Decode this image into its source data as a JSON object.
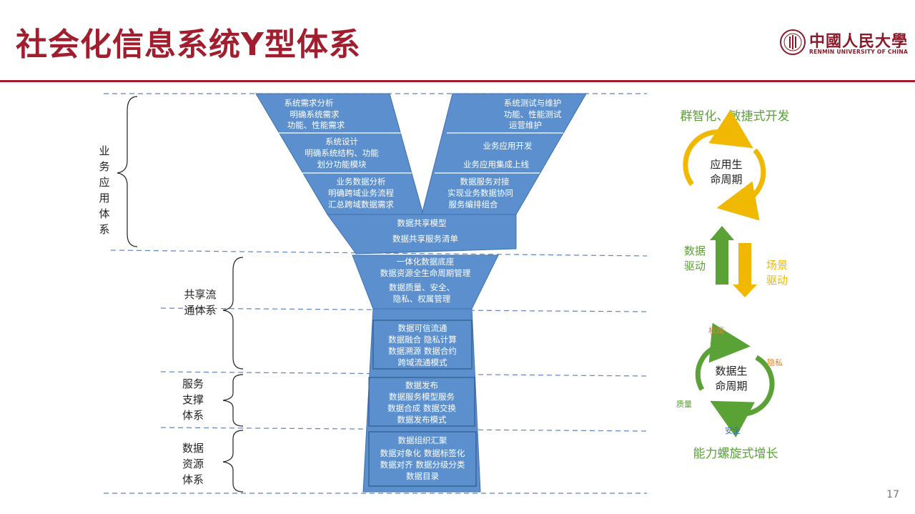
{
  "slide": {
    "title": "社会化信息系统Y型体系",
    "page_number": "17",
    "logo": {
      "name_cn": "中國人民大學",
      "name_en": "RENMIN UNIVERSITY OF CHINA"
    }
  },
  "tiers": [
    {
      "id": "app",
      "label": "业务应用体系"
    },
    {
      "id": "share",
      "label": "共享流通体系"
    },
    {
      "id": "service",
      "label": "服务支撑体系"
    },
    {
      "id": "resource",
      "label": "数据资源体系"
    }
  ],
  "left_arm": [
    {
      "lines": [
        "系统需求分析",
        "明确系统需求",
        "功能、性能需求"
      ]
    },
    {
      "lines": [
        "系统设计",
        "明确系统结构、功能",
        "划分功能模块"
      ]
    },
    {
      "lines": [
        "业务数据分析",
        "明确跨域业务流程",
        "汇总跨域数据需求"
      ]
    }
  ],
  "right_arm": [
    {
      "lines": [
        "系统测试与维护",
        "功能、性能测试",
        "运营维护"
      ]
    },
    {
      "lines": [
        "业务应用开发",
        "",
        "业务应用集成上线"
      ]
    },
    {
      "lines": [
        "数据服务对接",
        "实现业务数据协同",
        "服务编排组合"
      ]
    }
  ],
  "junction": {
    "lines": [
      "数据共享模型",
      "数据共享服务清单"
    ]
  },
  "funnel": {
    "lines": [
      "一体化数据底座",
      "数据资源全生命周期管理",
      "数据质量、安全、",
      "隐私、权属管理"
    ]
  },
  "stem_boxes": [
    {
      "lines": [
        "数据可信流通",
        "数据融合  隐私计算",
        "数据溯源  数据合约",
        "跨域流通模式"
      ]
    },
    {
      "lines": [
        "数据发布",
        "数据服务模型服务",
        "数据合成 数据交换",
        "数据发布模式"
      ]
    },
    {
      "lines": [
        "数据组织汇聚",
        "数据对象化  数据标签化",
        "数据对齐  数据分级分类",
        "数据目录"
      ]
    }
  ],
  "right_panel": {
    "top_caption": "群智化、敏捷式开发",
    "app_cycle": "应用生命周期",
    "data_driven": "数据驱动",
    "scene_driven": "场景驱动",
    "data_cycle": "数据生命周期",
    "ring_labels": {
      "top": "权属",
      "right": "隐私",
      "bottom": "安全",
      "left": "质量"
    },
    "bottom_caption": "能力螺旋式增长"
  },
  "colors": {
    "title": "#a01e2e",
    "shape_fill": "#5b8fce",
    "shape_stroke": "#3e70b0",
    "gold": "#f0b800",
    "green": "#5aa136",
    "label_orange": "#e0802a",
    "label_blue": "#2d6fb8"
  }
}
